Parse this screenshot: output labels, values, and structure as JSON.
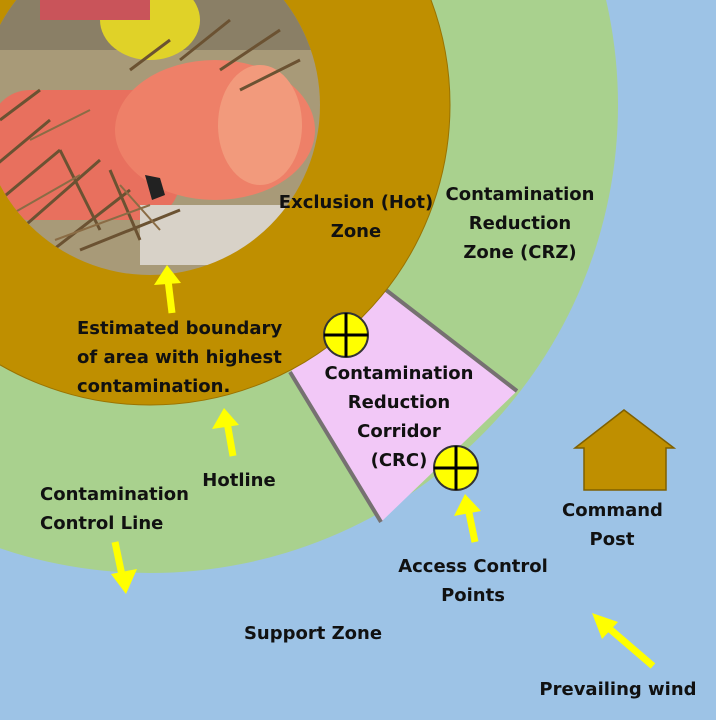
{
  "colors": {
    "support_zone": "#9dc3e6",
    "crz_ring": "#a9d18e",
    "hot_zone": "#bf8f00",
    "corridor": "#f2c8f7",
    "access_point": "#ffff00",
    "arrow": "#ffff00",
    "command_post": "#bf8f00"
  },
  "labels": {
    "exclusion_zone": [
      "Exclusion (Hot)",
      "Zone"
    ],
    "crz": [
      "Contamination",
      "Reduction",
      "Zone (CRZ)"
    ],
    "boundary": [
      "Estimated boundary",
      "of area with highest",
      "contamination."
    ],
    "crc": [
      "Contamination",
      "Reduction",
      "Corridor",
      "(CRC)"
    ],
    "hotline": "Hotline",
    "control_line": [
      "Contamination",
      "Control Line"
    ],
    "access_points": [
      "Access Control",
      "Points"
    ],
    "command_post": [
      "Command",
      "Post"
    ],
    "support_zone": "Support Zone",
    "prevailing_wind": "Prevailing wind"
  },
  "icons": {
    "access_point": "crosshair-icon",
    "command_post": "house-icon",
    "photo": "barrels-photo"
  }
}
